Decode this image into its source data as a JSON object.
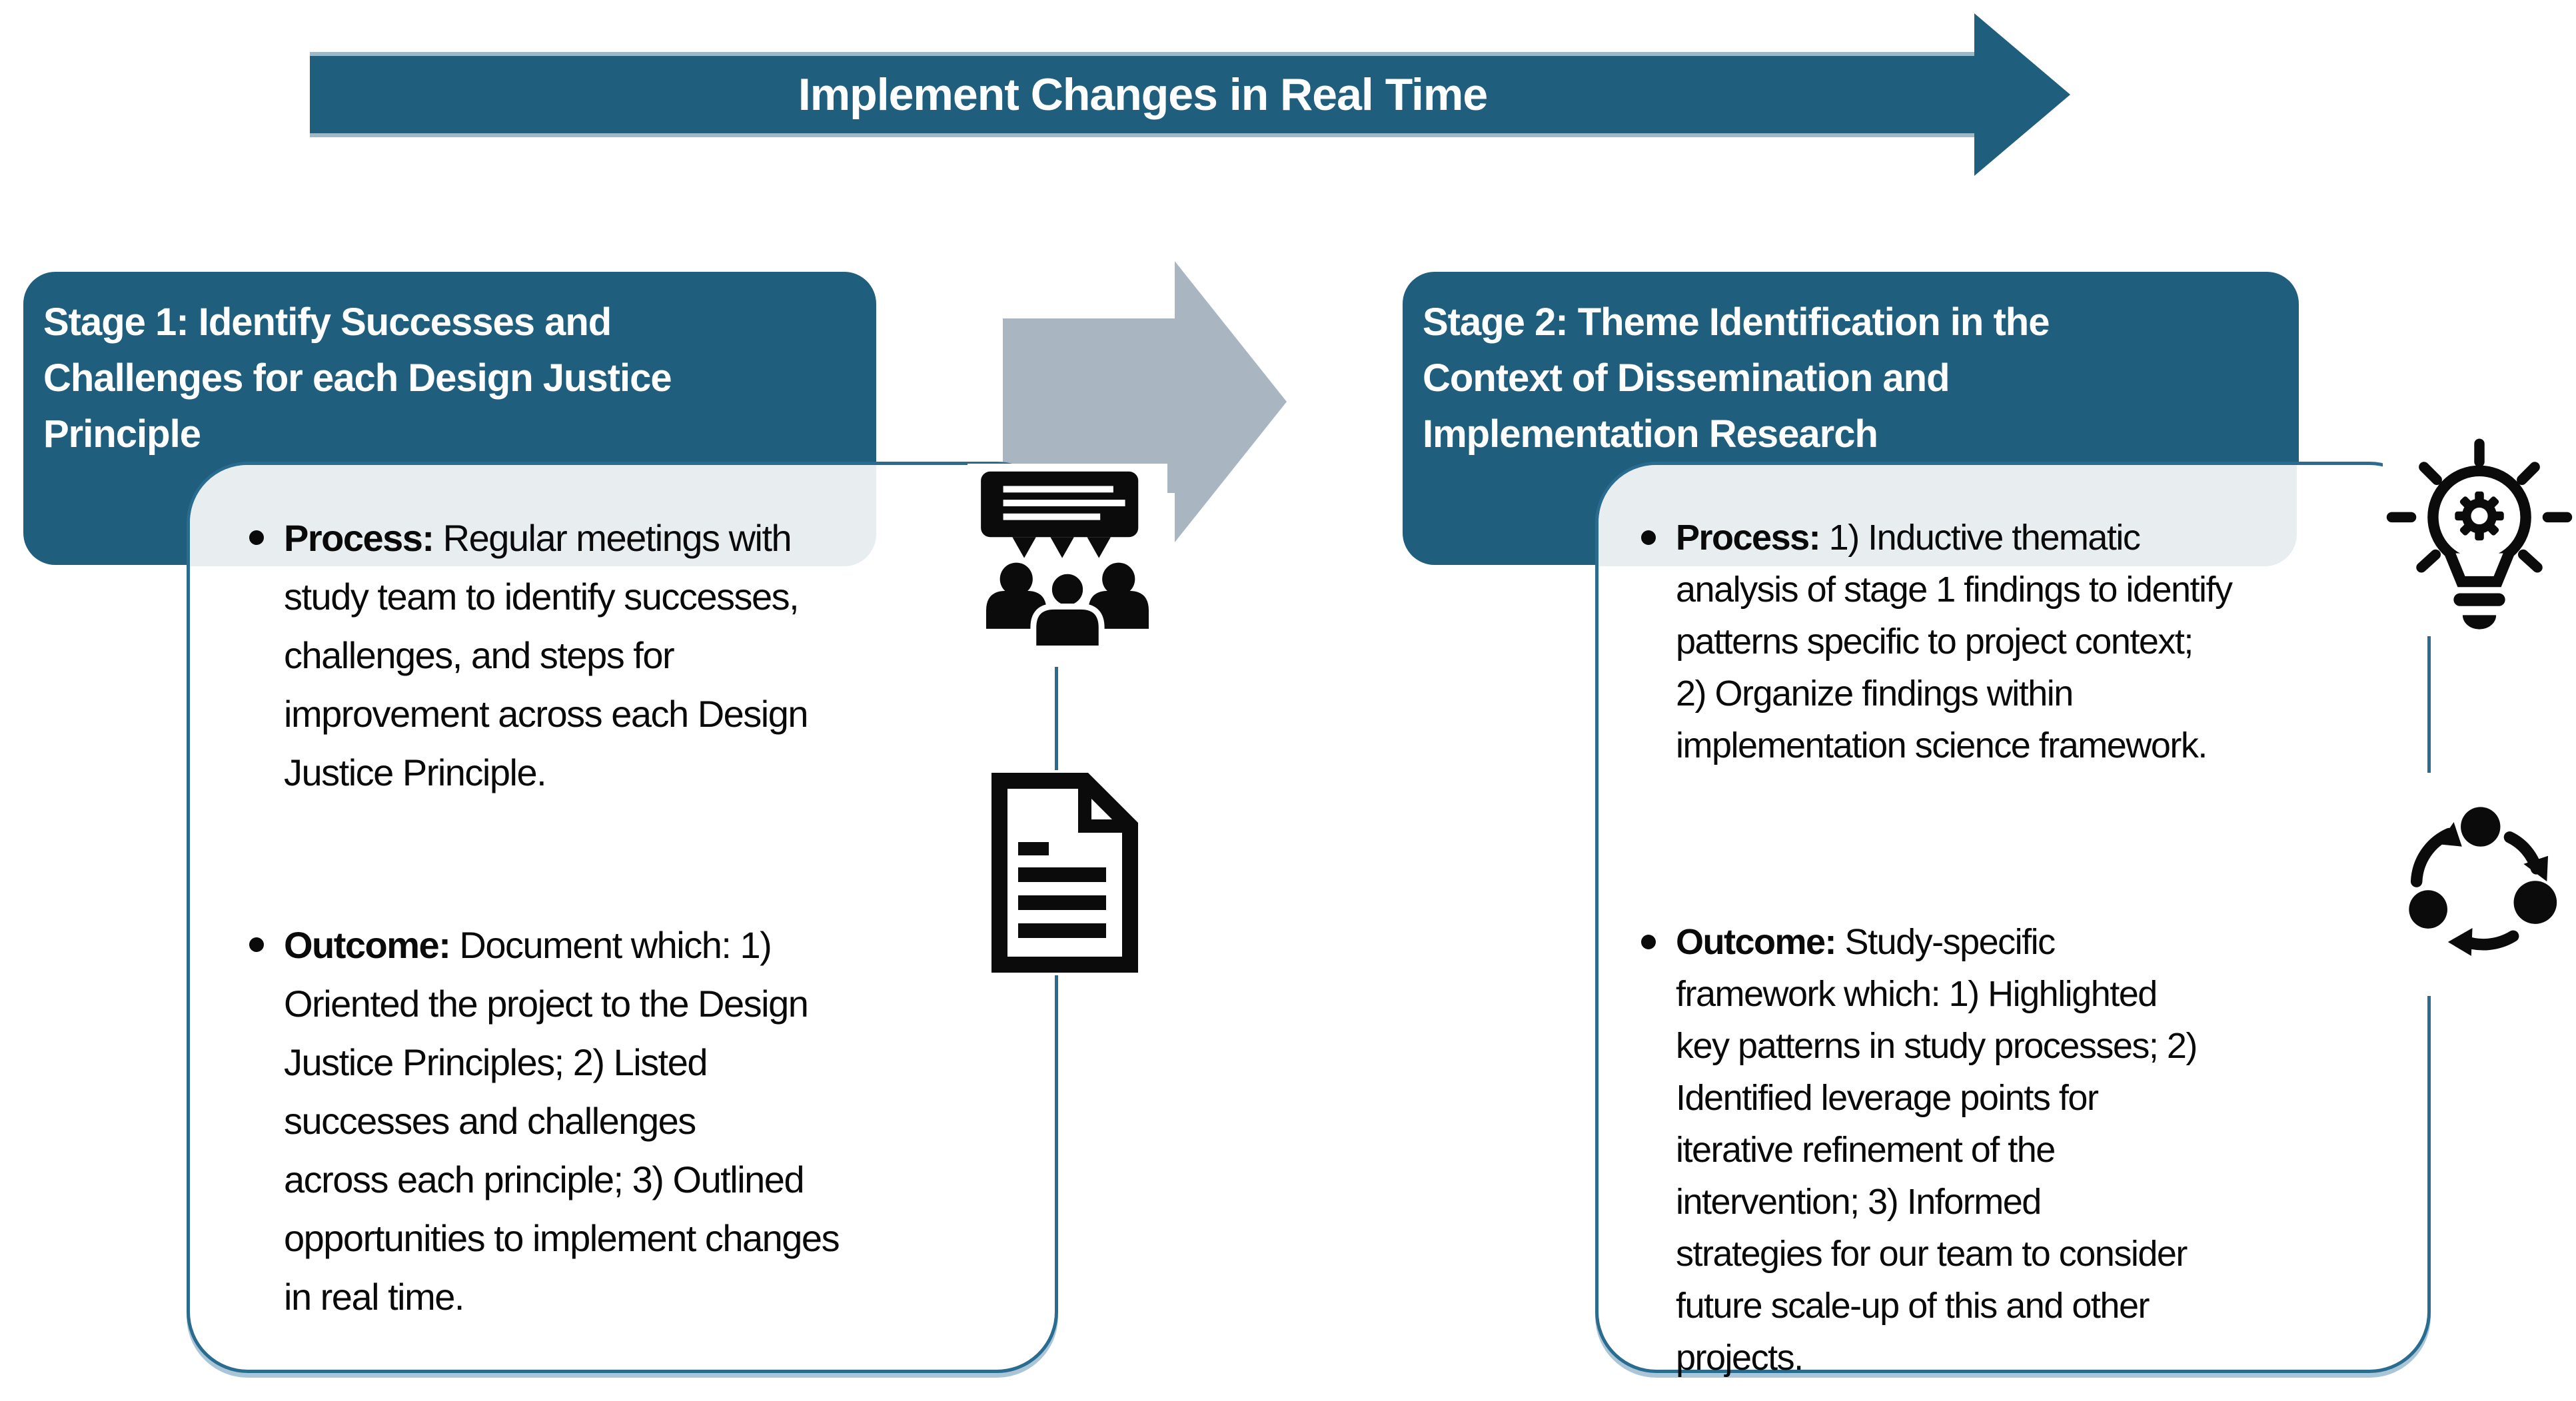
{
  "colors": {
    "teal": "#205E7E",
    "line": "#2A6B90",
    "band": "#E8EDF0",
    "gray-arrow": "#A9B5C1",
    "ink": "#0A0A0A",
    "paper": "#FFFFFF"
  },
  "top_arrow": {
    "label": "Implement Changes in Real Time"
  },
  "stage1": {
    "header": "Stage 1: Identify Successes and\nChallenges for each Design Justice\nPrinciple",
    "bullets": [
      {
        "label": "Process:",
        "text": "Regular meetings with\nstudy team to identify successes,\nchallenges, and steps for\nimprovement across each Design\nJustice Principle."
      },
      {
        "label": "Outcome:",
        "text": "Document which: 1)\nOriented the project to the Design\nJustice Principles; 2) Listed\nsuccesses and challenges\nacross each principle; 3) Outlined\nopportunities to implement changes\nin real time."
      }
    ],
    "icons": [
      "team-discussion-icon",
      "document-icon"
    ]
  },
  "stage2": {
    "header": "Stage 2: Theme Identification in the\nContext of Dissemination and\nImplementation Research",
    "bullets": [
      {
        "label": "Process:",
        "text": "1) Inductive thematic\nanalysis of stage 1 findings to identify\npatterns specific to project context;\n2) Organize findings within\nimplementation science framework."
      },
      {
        "label": "Outcome:",
        "text": "Study-specific\nframework which: 1) Highlighted\nkey patterns in study processes; 2)\nIdentified leverage points for\niterative refinement of the\nintervention; 3) Informed\nstrategies for our team to consider\nfuture scale-up of this and other\nprojects."
      }
    ],
    "icons": [
      "lightbulb-gear-icon",
      "iteration-cycle-icon"
    ]
  }
}
